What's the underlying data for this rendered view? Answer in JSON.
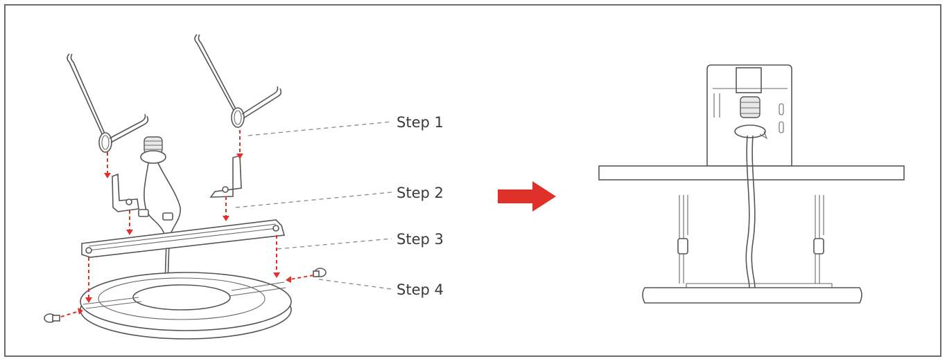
{
  "steps": [
    {
      "label": "Step 1"
    },
    {
      "label": "Step 2"
    },
    {
      "label": "Step 3"
    },
    {
      "label": "Step 4"
    }
  ],
  "colors": {
    "arrow": "#e0302a",
    "guide_arrows": "#e0302a",
    "line_art": "#555555",
    "frame_border": "#6a6a6a"
  },
  "icons": {
    "transition": "right-arrow-icon"
  }
}
